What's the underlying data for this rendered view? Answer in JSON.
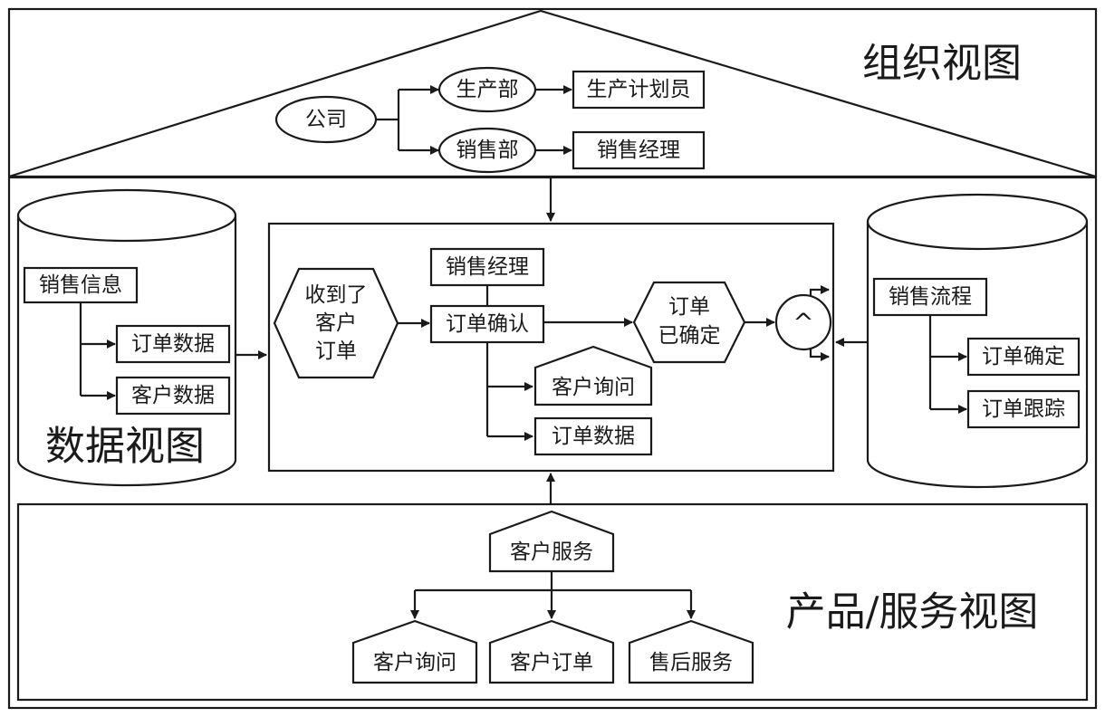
{
  "org_view": {
    "title": "组织视图",
    "company": "公司",
    "dept_production": "生产部",
    "dept_sales": "销售部",
    "role_planner": "生产计划员",
    "role_sales_manager": "销售经理"
  },
  "data_view": {
    "title": "数据视图",
    "root": "销售信息",
    "order_data": "订单数据",
    "customer_data": "客户数据"
  },
  "process": {
    "event_received": [
      "收到了",
      "客户",
      "订单"
    ],
    "role": "销售经理",
    "function": "订单确认",
    "inquiry": "客户询问",
    "order_data": "订单数据",
    "event_confirmed": [
      "订单",
      "已确定"
    ],
    "and_connector": "^"
  },
  "process_view": {
    "root": "销售流程",
    "order_confirm": "订单确定",
    "order_track": "订单跟踪"
  },
  "product_view": {
    "title": "产品/服务视图",
    "root": "客户服务",
    "inquiry": "客户询问",
    "order": "客户订单",
    "after_sales": "售后服务"
  }
}
